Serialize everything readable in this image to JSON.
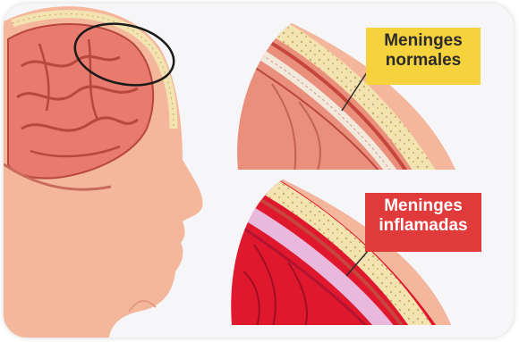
{
  "labels": {
    "normal": {
      "line1": "Meninges",
      "line2": "normales"
    },
    "inflamed": {
      "line1": "Meninges",
      "line2": "inflamadas"
    }
  },
  "colors": {
    "skin": "#f5b79b",
    "brain": "#e87a6e",
    "normal_label_bg": "#f6d23c",
    "inflamed_label_bg": "#e03a3a",
    "inflamed_tissue": "#e0182e",
    "inflamed_membrane": "#e9b8dd"
  }
}
